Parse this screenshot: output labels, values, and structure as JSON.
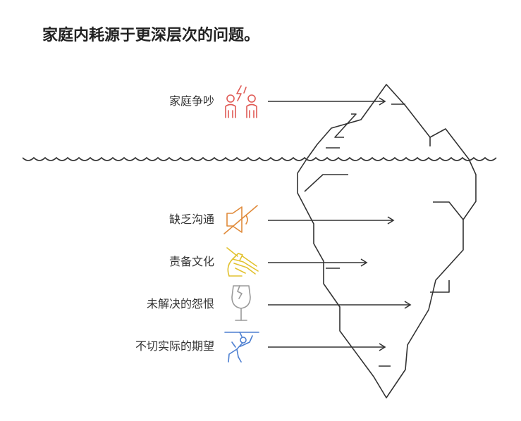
{
  "title": "家庭内耗源于更深层次的问题。",
  "colors": {
    "conflict": "#e05a55",
    "communication": "#e08a3a",
    "culture": "#e2c230",
    "resentment": "#9a9a9a",
    "expectations": "#4d7fd1",
    "outline": "#333333"
  },
  "items": [
    {
      "label": "家庭争吵",
      "icon": "arguing-people-icon",
      "zone": "above-water"
    },
    {
      "label": "缺乏沟通",
      "icon": "muted-speaker-icon",
      "zone": "below-water"
    },
    {
      "label": "责备文化",
      "icon": "blaming-hand-icon",
      "zone": "below-water"
    },
    {
      "label": "未解决的怨恨",
      "icon": "cracked-glass-icon",
      "zone": "below-water"
    },
    {
      "label": "不切实际的期望",
      "icon": "climber-icon",
      "zone": "below-water"
    }
  ]
}
